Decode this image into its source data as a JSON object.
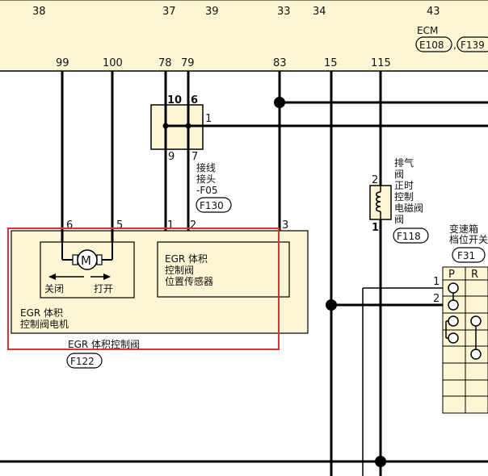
{
  "ecm": {
    "title": "ECM",
    "connectors": [
      "E108",
      "F139"
    ],
    "top_pins": [
      "38",
      "37",
      "39",
      "33",
      "34",
      "43"
    ],
    "bottom_pins": [
      "99",
      "100",
      "78",
      "79",
      "83",
      "15",
      "115"
    ]
  },
  "joint_connector": {
    "pins": [
      "10",
      "6",
      "1",
      "9",
      "7"
    ],
    "label_lines": [
      "接线",
      "接头",
      "-F05"
    ],
    "connector": "F130"
  },
  "egr_valve_assembly": {
    "pins": [
      "6",
      "5",
      "1",
      "2",
      "3"
    ],
    "motor_symbol": "M",
    "motor_close": "关闭",
    "motor_open": "打开",
    "sensor_label_lines": [
      "EGR 体积",
      "控制阀",
      "位置传感器"
    ],
    "motor_label_lines": [
      "EGR 体积",
      "控制阀电机"
    ],
    "assembly_label": "EGR 体积控制阀",
    "connector": "F122"
  },
  "exhaust_valve": {
    "pins": [
      "2",
      "1"
    ],
    "label_lines": [
      "排气",
      "阀",
      "正时",
      "控制",
      "电磁阀",
      "阀"
    ],
    "connector": "F118"
  },
  "transmission_switch": {
    "label_lines": [
      "变速箱",
      "档位开关"
    ],
    "connector": "F31",
    "columns": [
      "P",
      "R"
    ],
    "pins": [
      "1",
      "2"
    ]
  },
  "colors": {
    "module_fill": "#fdf6d4",
    "wire": "#000000",
    "highlight": "#e03030"
  }
}
